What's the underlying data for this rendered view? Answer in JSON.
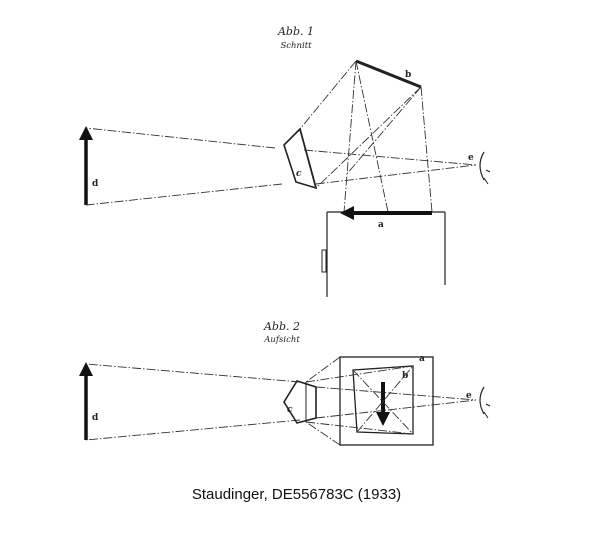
{
  "figure1": {
    "title": "Abb. 1",
    "subtitle": "Schnitt",
    "labels": {
      "a": "a",
      "b": "b",
      "c": "c",
      "d": "d",
      "e": "e"
    }
  },
  "figure2": {
    "title": "Abb. 2",
    "subtitle": "Aufsicht",
    "labels": {
      "a": "a",
      "b": "b",
      "c": "c",
      "d": "d",
      "e": "e"
    }
  },
  "caption": "Staudinger, DE556783C (1933)",
  "colors": {
    "ink": "#222222",
    "paper": "#ffffff"
  }
}
